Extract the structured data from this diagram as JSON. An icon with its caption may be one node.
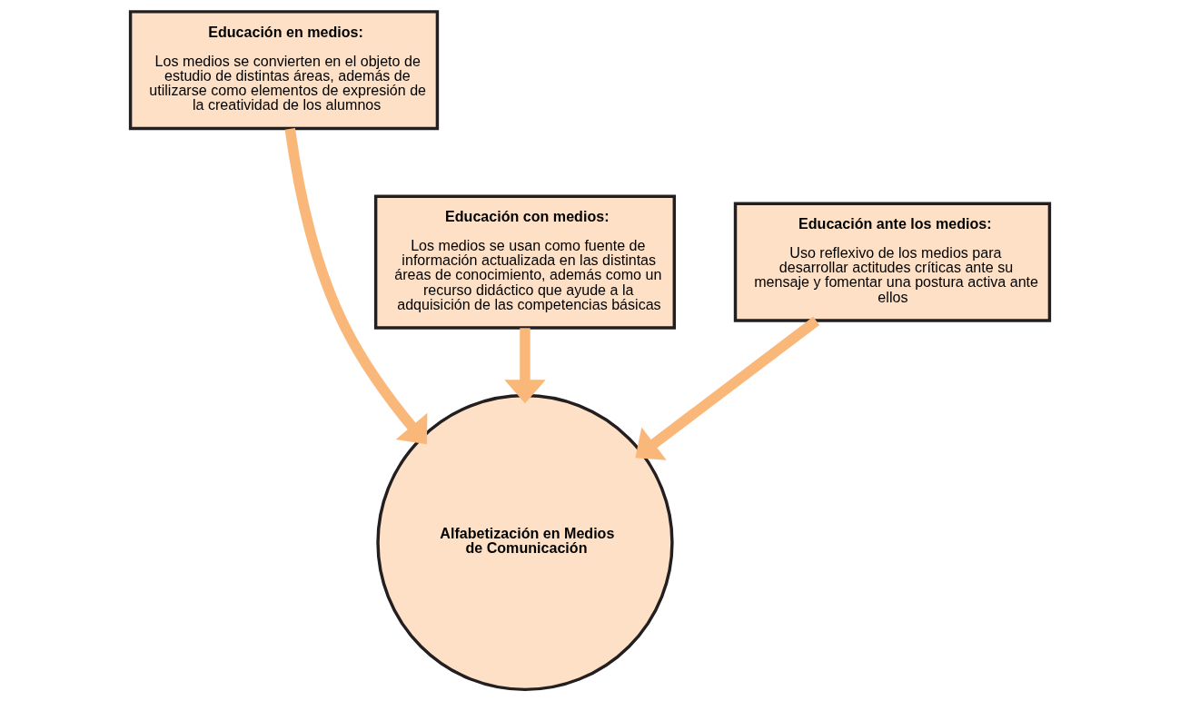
{
  "diagram": {
    "nodes": [
      {
        "text": [
          "Educación en medios:",
          "Los medios se convierten en el objeto de estudio de distintas áreas, además de utilizarse como elementos de expresión de la creatividad de los alumnos"
        ]
      },
      {
        "text": [
          "Educación con medios:",
          "Los medios se usan como fuente de información actualizada en las distintas áreas de conocimiento, además como un recurso didáctico que ayude a la adquisición de las competencias básicas"
        ]
      },
      {
        "text": [
          "Educación ante los medios:",
          "Uso reflexivo de los medios para desarrollar actitudes críticas ante su mensaje y fomentar una postura activa ante ellos"
        ]
      },
      {
        "text": [
          "Alfabetización en Medios de Comunicación"
        ]
      }
    ],
    "edges": [
      {
        "from": 0,
        "to": 3,
        "arrow": "to"
      },
      {
        "from": 1,
        "to": 3,
        "arrow": "to"
      },
      {
        "from": 2,
        "to": 3,
        "arrow": "to"
      }
    ]
  }
}
